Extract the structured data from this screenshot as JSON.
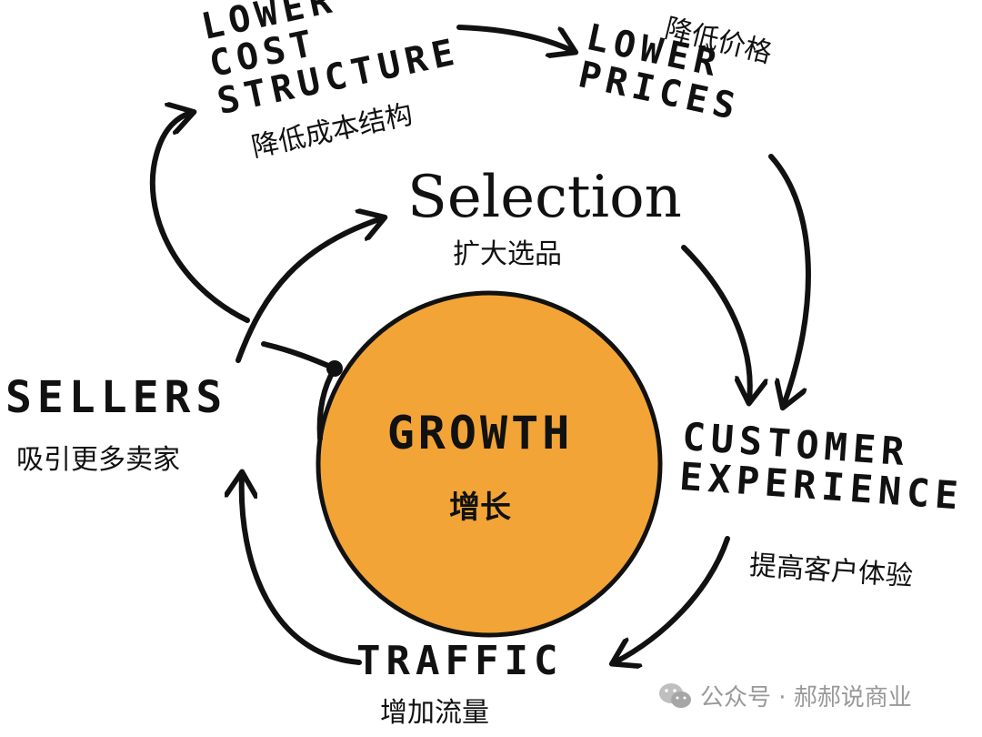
{
  "colors": {
    "circle_fill": "#f2a437",
    "circle_stroke": "#111111",
    "ink": "#111111",
    "watermark": "#999999"
  },
  "center": {
    "title": "GROWTH",
    "title_zh": "增长"
  },
  "nodes": {
    "lower_cost_structure": {
      "lines": [
        "LOWER",
        "COST",
        "STRUCTURE"
      ],
      "zh": "降低成本结构"
    },
    "lower_prices": {
      "lines": [
        "LOWER",
        "PRICES"
      ],
      "zh": "降低价格"
    },
    "selection": {
      "label": "Selection",
      "zh": "扩大选品"
    },
    "customer_experience": {
      "lines": [
        "CUSTOMER",
        "EXPERIENCE"
      ],
      "zh": "提高客户体验"
    },
    "traffic": {
      "label": "TRAFFIC",
      "zh": "增加流量"
    },
    "sellers": {
      "label": "SELLERS",
      "zh": "吸引更多卖家"
    }
  },
  "watermark": {
    "icon": "wechat-icon",
    "text": "公众号 · 郝郝说商业"
  }
}
